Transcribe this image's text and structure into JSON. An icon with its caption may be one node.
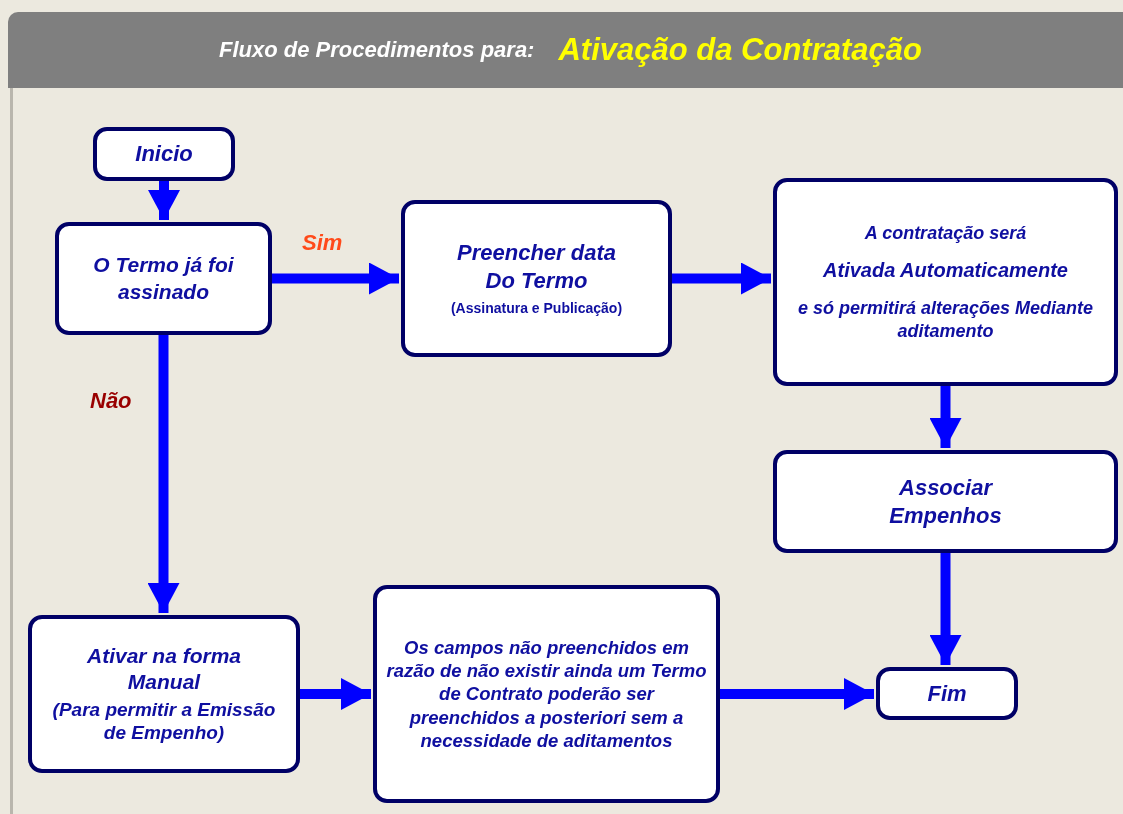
{
  "diagram": {
    "title": "Fluxo de Procedimentos para:",
    "nodes": [
      {
        "text": [
          "Inicio"
        ]
      },
      {
        "text": [
          "O Termo já foi assinado"
        ]
      },
      {
        "text": [
          "Preencher data Do Termo",
          "(Assinatura e Publicação)"
        ]
      },
      {
        "text": [
          "A contratação será",
          "Ativada Automaticamente",
          "e só permitirá alterações Mediante aditamento"
        ]
      },
      {
        "text": [
          "Associar Empenhos"
        ]
      },
      {
        "text": [
          "Ativar na forma Manual",
          "(Para permitir a Emissão de Empenho)"
        ]
      },
      {
        "text": [
          "Os campos não preenchidos em razão de não existir ainda um Termo de Contrato poderão ser preenchidos a posteriori sem a necessidade de aditamentos"
        ]
      },
      {
        "text": [
          "Fim"
        ]
      }
    ],
    "edges": [
      {
        "from": 0,
        "to": 1,
        "arrow": "to"
      },
      {
        "from": 1,
        "to": 2,
        "arrow": "to",
        "label": "Sim"
      },
      {
        "from": 2,
        "to": 3,
        "arrow": "to"
      },
      {
        "from": 3,
        "to": 4,
        "arrow": "to"
      },
      {
        "from": 4,
        "to": 7,
        "arrow": "to"
      },
      {
        "from": 1,
        "to": 5,
        "arrow": "to",
        "label": "Não"
      },
      {
        "from": 5,
        "to": 6,
        "arrow": "to"
      },
      {
        "from": 6,
        "to": 7,
        "arrow": "to"
      }
    ],
    "labels": [
      "Ativação da Contratação"
    ]
  }
}
